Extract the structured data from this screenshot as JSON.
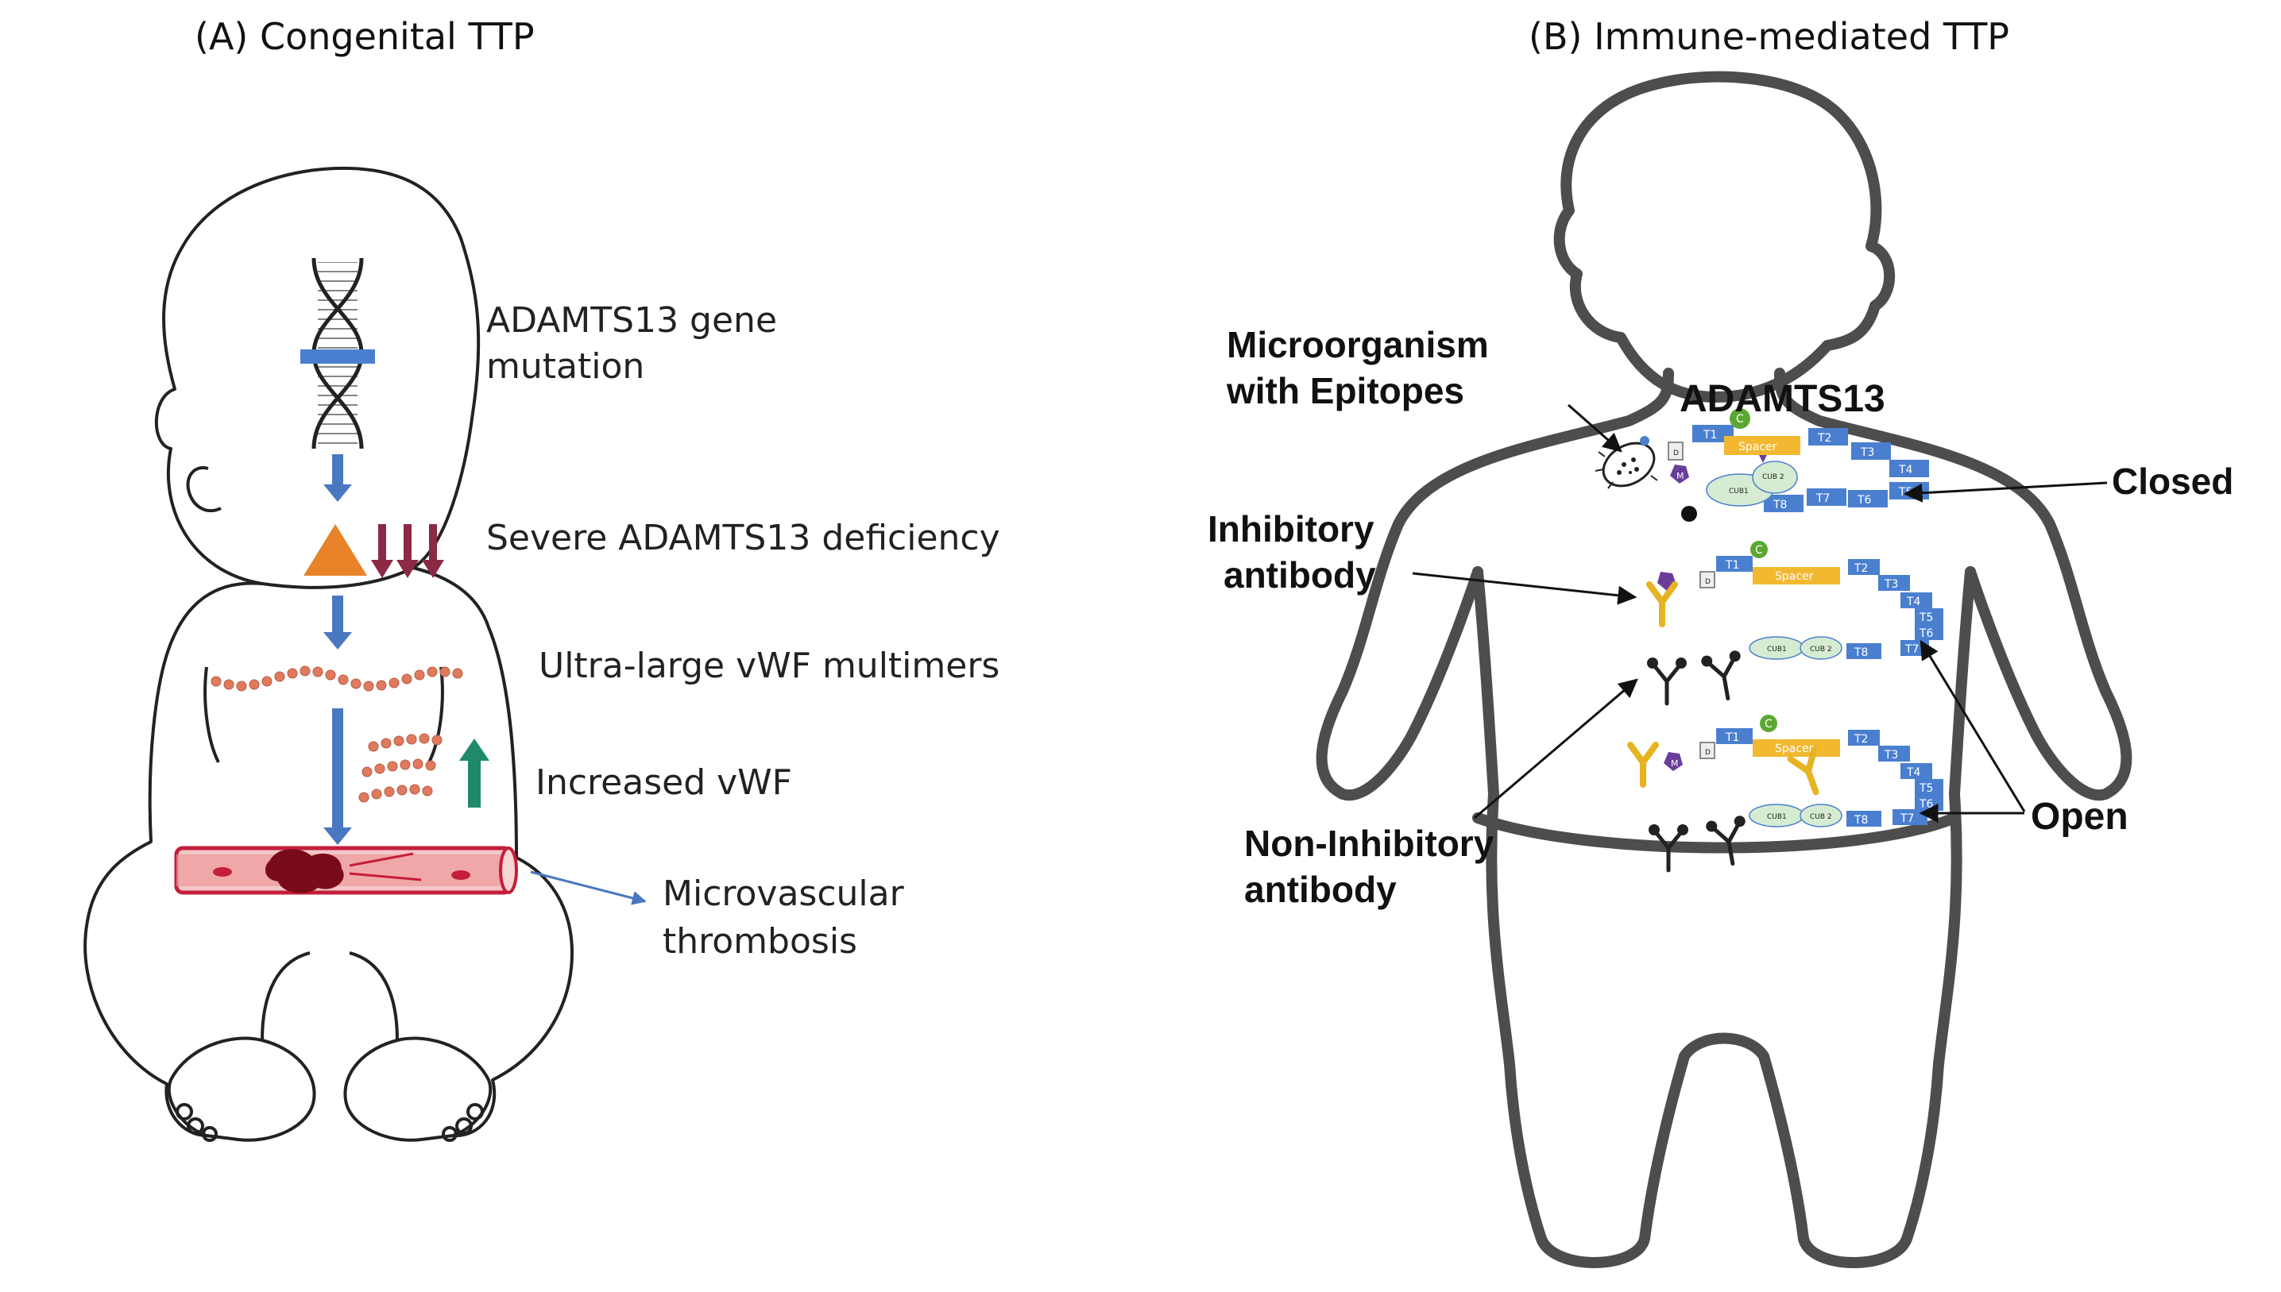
{
  "panel_a": {
    "title": "(A) Congenital TTP",
    "labels": {
      "gene_mutation_line1": "ADAMTS13 gene",
      "gene_mutation_line2": "mutation",
      "deficiency": "Severe ADAMTS13 deficiency",
      "multimers": "Ultra-large vWF multimers",
      "increased_vwf": "Increased vWF",
      "thrombosis_line1": "Microvascular",
      "thrombosis_line2": "thrombosis"
    }
  },
  "panel_b": {
    "title": "(B) Immune-mediated TTP",
    "labels": {
      "microorganism_line1": "Microorganism",
      "microorganism_line2": "with Epitopes",
      "adamts13": "ADAMTS13",
      "closed": "Closed",
      "inhibitory_line1": "Inhibitory",
      "inhibitory_line2": "antibody",
      "non_inhibitory_line1": "Non-Inhibitory",
      "non_inhibitory_line2": "antibody",
      "open": "Open"
    },
    "domains": {
      "t1": "T1",
      "t2": "T2",
      "t3": "T3",
      "t4": "T4",
      "t5": "T5",
      "t6": "T6",
      "t7": "T7",
      "t8": "T8",
      "spacer": "Spacer",
      "cub1": "CUB1",
      "cub2": "CUB 2",
      "c": "C",
      "m": "M",
      "d": "D"
    }
  },
  "colors": {
    "domain_blue": "#4a7fd0",
    "spacer_yellow": "#f2b830",
    "cub_green": "#d6ecd2",
    "c_green": "#5aa832",
    "m_purple": "#6a3d9a",
    "arrow_blue": "#4a78c0",
    "arrow_maroon": "#8b2a45",
    "arrow_green": "#1f8a6a",
    "triangle_orange": "#e8832a",
    "vwf_salmon": "#e07a5f",
    "vessel_red": "#c41e3a",
    "clot_dark": "#7a0c1a",
    "inhibitory_yellow": "#e6b422"
  }
}
